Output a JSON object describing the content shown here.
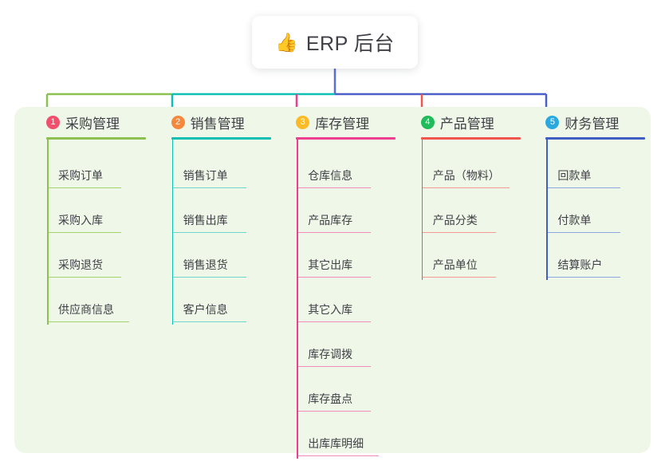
{
  "root": {
    "icon": "thumbs-up-icon",
    "icon_glyph": "👍",
    "title": "ERP 后台"
  },
  "theme": {
    "panel_bg": "#eff8e8",
    "page_bg": "#ffffff",
    "text": "#3f3f46",
    "root_stem": "#5b6fd6"
  },
  "columns": [
    {
      "index": "1",
      "badge_color": "#f0506e",
      "line_color": "#8cc152",
      "item_line_color": "#a5d36f",
      "connector_color": "#8cc152",
      "title": "采购管理",
      "items": [
        "采购订单",
        "采购入库",
        "采购退货",
        "供应商信息"
      ]
    },
    {
      "index": "2",
      "badge_color": "#f5883c",
      "line_color": "#0fbfb3",
      "item_line_color": "#6fd4cc",
      "connector_color": "#0fbfb3",
      "title": "销售管理",
      "items": [
        "销售订单",
        "销售出库",
        "销售退货",
        "客户信息"
      ]
    },
    {
      "index": "3",
      "badge_color": "#fbbb28",
      "line_color": "#ec3f8e",
      "item_line_color": "#f08cbb",
      "connector_color": "#ec3f8e",
      "title": "库存管理",
      "items": [
        "仓库信息",
        "产品库存",
        "其它出库",
        "其它入库",
        "库存调拨",
        "库存盘点",
        "出库库明细"
      ]
    },
    {
      "index": "4",
      "badge_color": "#22bb5b",
      "line_color": "#f0564e",
      "item_line_color": "#f59a93",
      "connector_color": "#f0564e",
      "title": "产品管理",
      "items": [
        "产品（物料）",
        "产品分类",
        "产品单位"
      ]
    },
    {
      "index": "5",
      "badge_color": "#2aa9e0",
      "line_color": "#3f5fc4",
      "item_line_color": "#8ea6de",
      "connector_color": "#4a5fc8",
      "title": "财务管理",
      "items": [
        "回款单",
        "付款单",
        "结算账户"
      ]
    }
  ]
}
